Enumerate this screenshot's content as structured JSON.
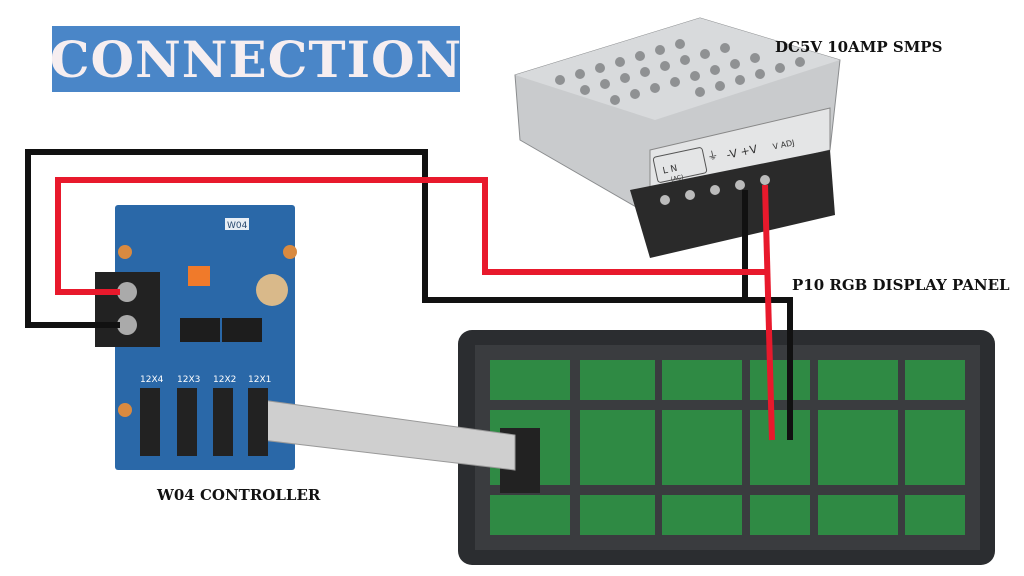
{
  "title": "CONNECTION",
  "labels": {
    "psu": "DC5V 10AMP SMPS",
    "panel": "P10 RGB DISPLAY PANEL",
    "controller": "W04 CONTROLLER"
  },
  "psu_terminals": {
    "ac": "L  N",
    "ac_sub": "(AC)",
    "ground": "⏚",
    "dc": "-V +V",
    "adj": "V ADJ"
  },
  "controller_board": {
    "model": "W04",
    "ports": [
      "12X4",
      "12X3",
      "12X2",
      "12X1"
    ]
  },
  "colors": {
    "title_bg": "#4a86c8",
    "wire_positive": "#e8192c",
    "wire_negative": "#111111",
    "board": "#2a68a8",
    "panel_frame": "#2b2d30",
    "panel_module": "#2f8a44"
  }
}
